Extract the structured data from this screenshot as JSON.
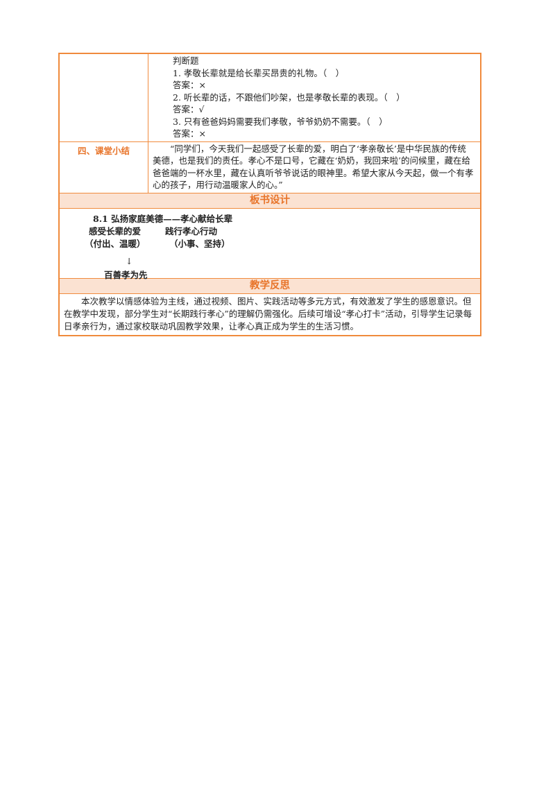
{
  "quiz": {
    "lines": [
      "判断题",
      "1. 孝敬长辈就是给长辈买昂贵的礼物。（　）",
      "答案：×",
      "2. 听长辈的话，不跟他们吵架，也是孝敬长辈的表现。（　）",
      "答案：√",
      "3. 只有爸爸妈妈需要我们孝敬，爷爷奶奶不需要。（　）",
      "答案：×"
    ]
  },
  "summary": {
    "label": "四、课堂小结",
    "text": "“同学们，今天我们一起感受了长辈的爱，明白了‘孝亲敬长’是中华民族的传统美德，也是我们的责任。孝心不是口号，它藏在‘奶奶，我回来啦’的问候里，藏在给爸爸端的一杯水里，藏在认真听爷爷说话的眼神里。希望大家从今天起，做一个有孝心的孩子，用行动温暖家人的心。”"
  },
  "board_design": {
    "heading": "板书设计",
    "title": "8.1 弘扬家庭美德——孝心献给长辈",
    "left_title": "感受长辈的爱",
    "right_title": "践行孝心行动",
    "left_sub": "（付出、温暖）",
    "right_sub": "（小事、坚持）",
    "arrow": "↓",
    "conclusion": "百善孝为先"
  },
  "reflection": {
    "heading": "教学反思",
    "text": "本次教学以情感体验为主线，通过视频、图片、实践活动等多元方式，有效激发了学生的感恩意识。但在教学中发现，部分学生对“长期践行孝心”的理解仍需强化。后续可增设“孝心打卡”活动，引导学生记录每日孝亲行为，通过家校联动巩固教学效果，让孝心真正成为学生的生活习惯。"
  }
}
